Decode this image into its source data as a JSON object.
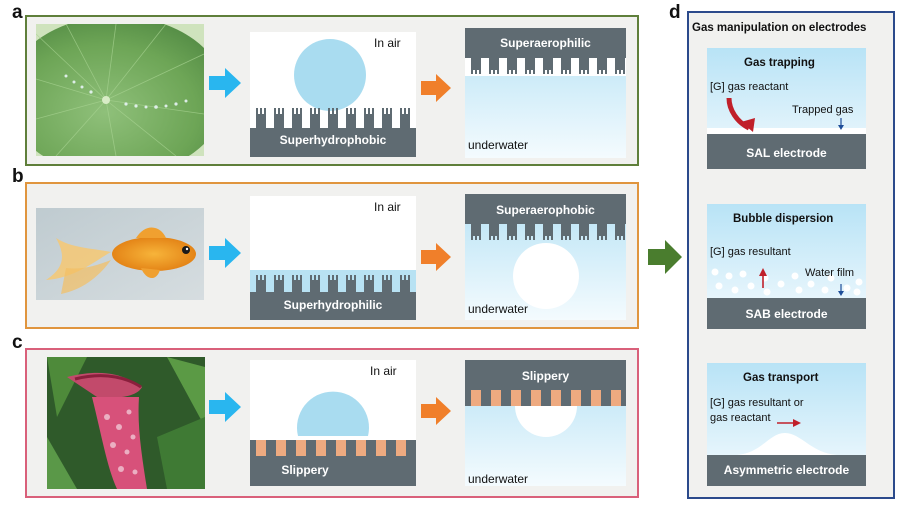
{
  "panels": {
    "a": "a",
    "b": "b",
    "c": "c",
    "d": "d"
  },
  "row_a": {
    "air_label": "In air",
    "surface_label": "Superhydrophobic",
    "water_surface_label": "Superaerophilic",
    "water_label": "underwater"
  },
  "row_b": {
    "air_label": "In air",
    "surface_label": "Superhydrophilic",
    "water_surface_label": "Superaerophobic",
    "water_label": "underwater"
  },
  "row_c": {
    "air_label": "In air",
    "surface_label": "Slippery",
    "water_surface_label": "Slippery",
    "water_label": "underwater"
  },
  "side": {
    "title": "Gas manipulation on electrodes",
    "trapping": {
      "title": "Gas trapping",
      "reactant": "[G] gas reactant",
      "trapped": "Trapped gas",
      "electrode": "SAL electrode"
    },
    "dispersion": {
      "title": "Bubble dispersion",
      "resultant": "[G] gas resultant",
      "film": "Water film",
      "electrode": "SAB electrode"
    },
    "transport": {
      "title": "Gas transport",
      "line1": "[G] gas resultant or",
      "line2": "gas reactant",
      "electrode": "Asymmetric electrode"
    }
  },
  "colors": {
    "row_a_border": "#5f7f3a",
    "row_b_border": "#e0953e",
    "row_c_border": "#d9607a",
    "side_border": "#2b4a8b",
    "surface": "#5f6b72",
    "droplet": "#a9dcf0",
    "blue_arrow": "#29b6ef",
    "orange_arrow": "#f07f2a",
    "green_arrow": "#4a7d2e",
    "slippery_fill": "#eeaa80"
  }
}
